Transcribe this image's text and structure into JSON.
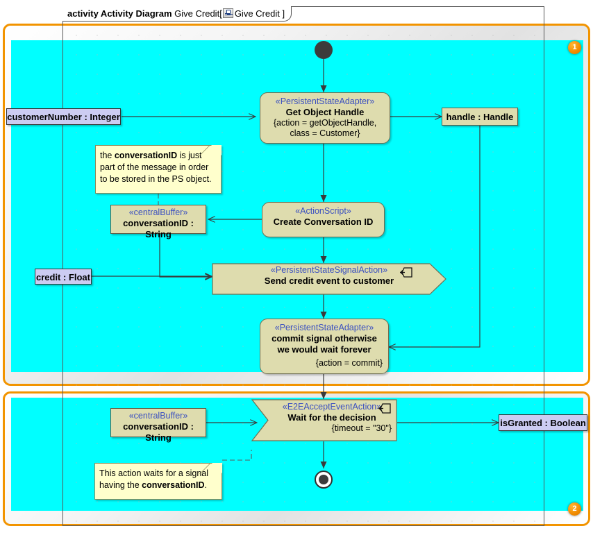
{
  "frame": {
    "keyword": "activity Activity Diagram",
    "name": "Give Credit",
    "bracket_open": "[",
    "icon": "activity-diagram-icon",
    "bracket_name": "Give Credit",
    "bracket_close": "]"
  },
  "regions": [
    {
      "badge": "1"
    },
    {
      "badge": "2"
    }
  ],
  "colors": {
    "region_border": "#f29400",
    "region_fill_cyan": "#00ffff",
    "action_fill": "#dedcae",
    "action_border": "#6e6e52",
    "pin_fill": "#ccccf2",
    "note_fill": "#ffffcc",
    "stereotype_text": "#3a4fc0",
    "badge_fill": "#f08a00"
  },
  "nodes": {
    "initial": {
      "name": "initial-node"
    },
    "final": {
      "name": "activity-final-node"
    },
    "get_object_handle": {
      "stereotype": "«PersistentStateAdapter»",
      "name": "Get Object Handle",
      "constraint_line1": "{action = getObjectHandle,",
      "constraint_line2": "class = Customer}"
    },
    "create_conversation_id": {
      "stereotype": "«ActionScript»",
      "name": "Create Conversation ID"
    },
    "send_credit_event": {
      "stereotype": "«PersistentStateSignalAction»",
      "name": "Send credit event to customer",
      "icon": "send-signal-icon"
    },
    "commit_signal": {
      "stereotype": "«PersistentStateAdapter»",
      "name_line1": "commit signal otherwise",
      "name_line2": "we would wait forever",
      "constraint": "{action = commit}"
    },
    "wait_for_decision": {
      "stereotype": "«E2EAcceptEventAction»",
      "name": "Wait for the decision",
      "constraint": "{timeout = \"30\"}",
      "icon": "accept-event-icon"
    },
    "central_buffer_top": {
      "stereotype": "«centralBuffer»",
      "name": "conversationID : String"
    },
    "central_buffer_bottom": {
      "stereotype": "«centralBuffer»",
      "name": "conversationID : String"
    },
    "handle_object": {
      "name": "handle : Handle"
    }
  },
  "pins": {
    "customer_number": "customerNumber : Integer",
    "credit": "credit : Float",
    "is_granted": "isGranted : Boolean"
  },
  "notes": {
    "note_conversation_part": {
      "pre": "the ",
      "bold": "conversationID",
      "post": " is just part of the message in order to be stored in the PS object."
    },
    "note_waits_for_signal": {
      "pre": "This action waits for a signal having the ",
      "bold": "conversationID",
      "post": "."
    }
  }
}
